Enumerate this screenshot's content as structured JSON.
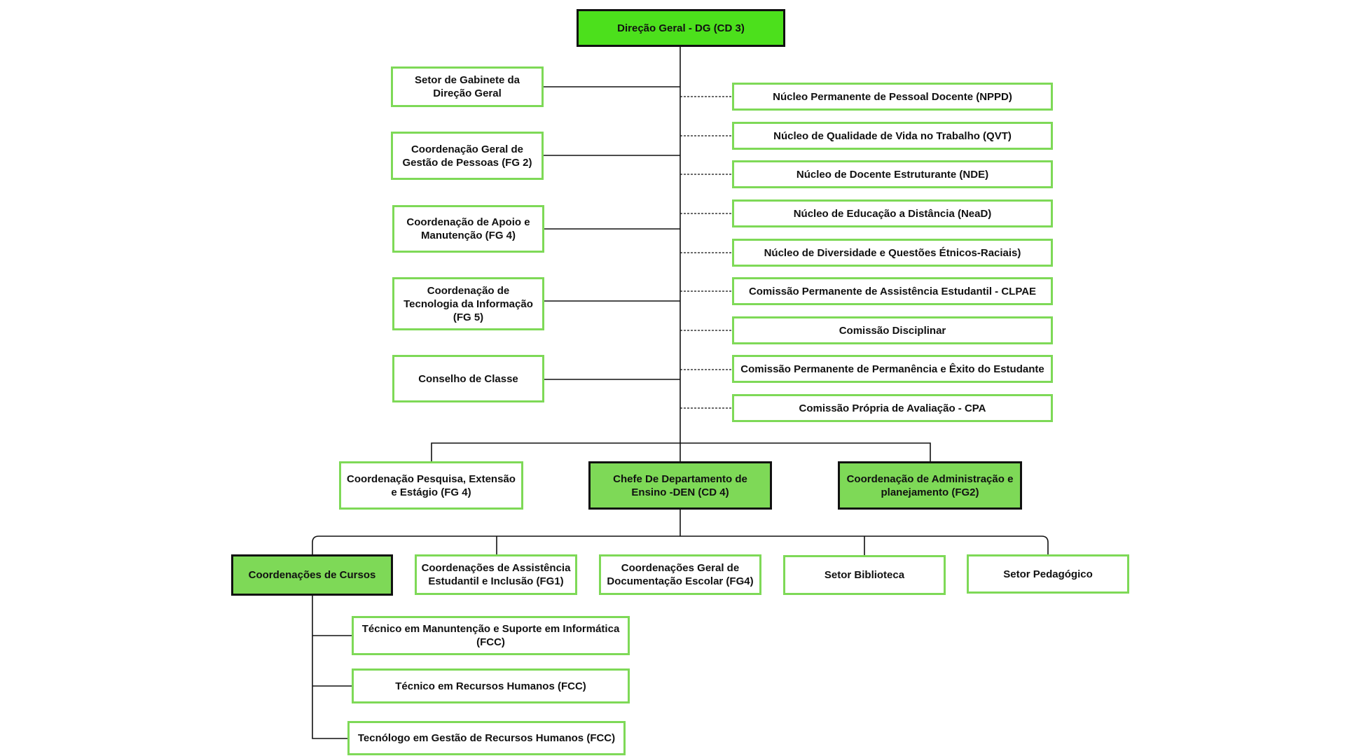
{
  "colors": {
    "top_fill": "#4ce01c",
    "highlight_fill": "#7ed957",
    "box_border": "#7ed957",
    "dark_border": "#111111",
    "connector": "#111111"
  },
  "org": {
    "top": "Direção Geral - DG (CD 3)",
    "staff_left": [
      "Setor de Gabinete da Direção Geral",
      "Coordenação Geral de Gestão de Pessoas (FG 2)",
      "Coordenação de Apoio e Manutenção (FG 4)",
      "Coordenação de Tecnologia da Informação (FG 5)",
      "Conselho de Classe"
    ],
    "advisory_right": [
      "Núcleo Permanente de Pessoal Docente (NPPD)",
      "Núcleo de Qualidade de Vida no Trabalho (QVT)",
      "Núcleo de Docente Estruturante (NDE)",
      "Núcleo de Educação a Distância (NeaD)",
      "Núcleo de Diversidade e Questões Étnicos-Raciais)",
      "Comissão Permanente de Assistência Estudantil - CLPAE",
      "Comissão Disciplinar",
      "Comissão Permanente de Permanência e Êxito do Estudante",
      "Comissão Própria de Avaliação - CPA"
    ],
    "level2": [
      "Coordenação Pesquisa, Extensão e Estágio (FG 4)",
      "Chefe De Departamento de Ensino -DEN (CD 4)",
      "Coordenação de Administração e planejamento (FG2)"
    ],
    "level3": [
      "Coordenações de Cursos",
      "Coordenações de Assistência Estudantil e Inclusão (FG1)",
      "Coordenações Geral de Documentação Escolar (FG4)",
      "Setor Biblioteca",
      "Setor Pedagógico"
    ],
    "courses": [
      "Técnico em Manuntenção e Suporte em Informática (FCC)",
      "Técnico em Recursos Humanos (FCC)",
      "Tecnólogo em Gestão de Recursos Humanos (FCC)"
    ]
  }
}
